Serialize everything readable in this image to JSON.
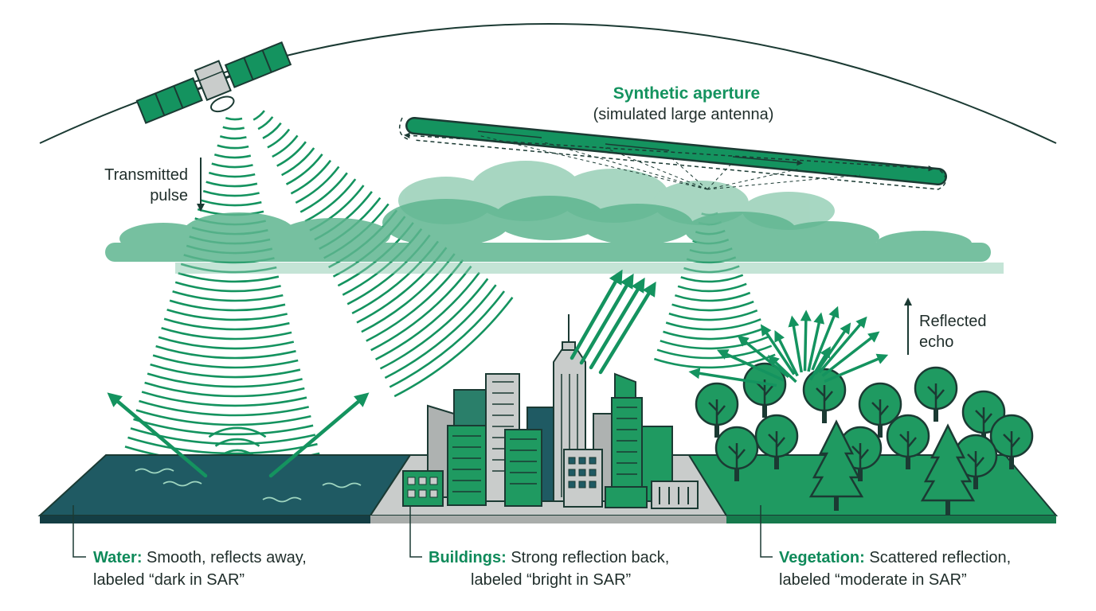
{
  "colors": {
    "accent": "#14935f",
    "dark_outline": "#1b3a33",
    "water": "#1f5a63",
    "buildings_ground": "#c9cccb",
    "vegetation_ground": "#1f9a61",
    "text": "#1f2d2a"
  },
  "icons": [
    "satellite-icon",
    "cloud-icon",
    "tree-icon",
    "building-icon",
    "arrow-icon"
  ],
  "aperture": {
    "title": "Synthetic aperture",
    "subtitle": "(simulated large antenna)"
  },
  "transmitted": {
    "line1": "Transmitted",
    "line2": "pulse"
  },
  "reflected": {
    "line1": "Reflected",
    "line2": "echo"
  },
  "water": {
    "term": "Water:",
    "line1": " Smooth, reflects away,",
    "line2": "labeled “dark in SAR”"
  },
  "buildings": {
    "term": "Buildings:",
    "line1": " Strong reflection back,",
    "line2": "labeled “bright in SAR”"
  },
  "vegetation": {
    "term": "Vegetation:",
    "line1": " Scattered reflection,",
    "line2": "labeled “moderate in SAR”"
  }
}
